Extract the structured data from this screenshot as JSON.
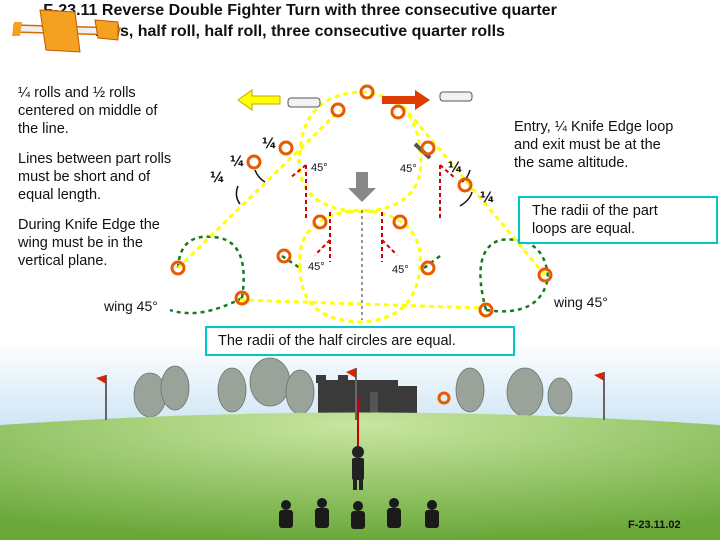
{
  "title": {
    "line1": "F-23.11 Reverse Double Fighter Turn with three consecutive quarter",
    "line2": "rolls, half roll, half roll, three consecutive quarter rolls"
  },
  "notes": {
    "rolls_centered": [
      "¼ rolls and ½ rolls",
      "centered on middle of",
      "the line."
    ],
    "lines_between": [
      "Lines between part rolls",
      "must be short and of",
      "equal length."
    ],
    "knife_edge": [
      "During Knife Edge the",
      "wing must be in the",
      "vertical plane."
    ],
    "entry": [
      "Entry, ¼ Knife Edge loop",
      "and exit must be at the",
      "the same altitude."
    ],
    "radii_part_loops": [
      "The radii of the part",
      "loops are equal."
    ],
    "half_circles": "The radii of the half circles are equal."
  },
  "labels": {
    "quarter": "¼",
    "deg45": "45°",
    "wing_left": "wing 45°",
    "wing_right": "wing 45°"
  },
  "footer_code": "F-23.11.02",
  "colors": {
    "path_yellow": "#ffff00",
    "path_green": "#1a7a1a",
    "marker_orange": "#e85a00",
    "arrow_red": "#dd3b00",
    "box_border": "#00c8c8",
    "grass": "#7bbd3a",
    "sky": "#cfe6f5",
    "line_red": "#cc0000"
  },
  "icons": [
    "airplane-icon",
    "flag-icon",
    "pilot-icon",
    "judge-icon",
    "tree-icon",
    "castle-icon",
    "arrow-icon",
    "roll-marker-icon"
  ]
}
